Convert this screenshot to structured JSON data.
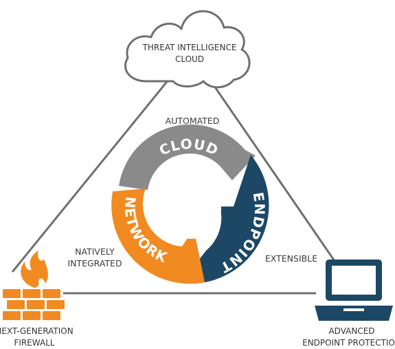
{
  "nodes": {
    "cloud": {
      "line1": "THREAT INTELLIGENCE",
      "line2": "CLOUD"
    },
    "firewall": {
      "line1": "NEXT-GENERATION",
      "line2": "FIREWALL"
    },
    "endpoint": {
      "line1": "ADVANCED",
      "line2": "ENDPOINT PROTECTION"
    }
  },
  "edges": {
    "top": "AUTOMATED",
    "left_line1": "NATIVELY",
    "left_line2": "INTEGRATED",
    "right": "EXTENSIBLE"
  },
  "ring": {
    "segments": [
      {
        "label": "CLOUD",
        "color": "#8a8a8a"
      },
      {
        "label": "ENDPOINT",
        "color": "#1c4866"
      },
      {
        "label": "NETWORK",
        "color": "#f18a21"
      }
    ]
  },
  "colors": {
    "line": "#6f6f6f",
    "firewall": "#f18a21",
    "laptop": "#1c4866"
  }
}
